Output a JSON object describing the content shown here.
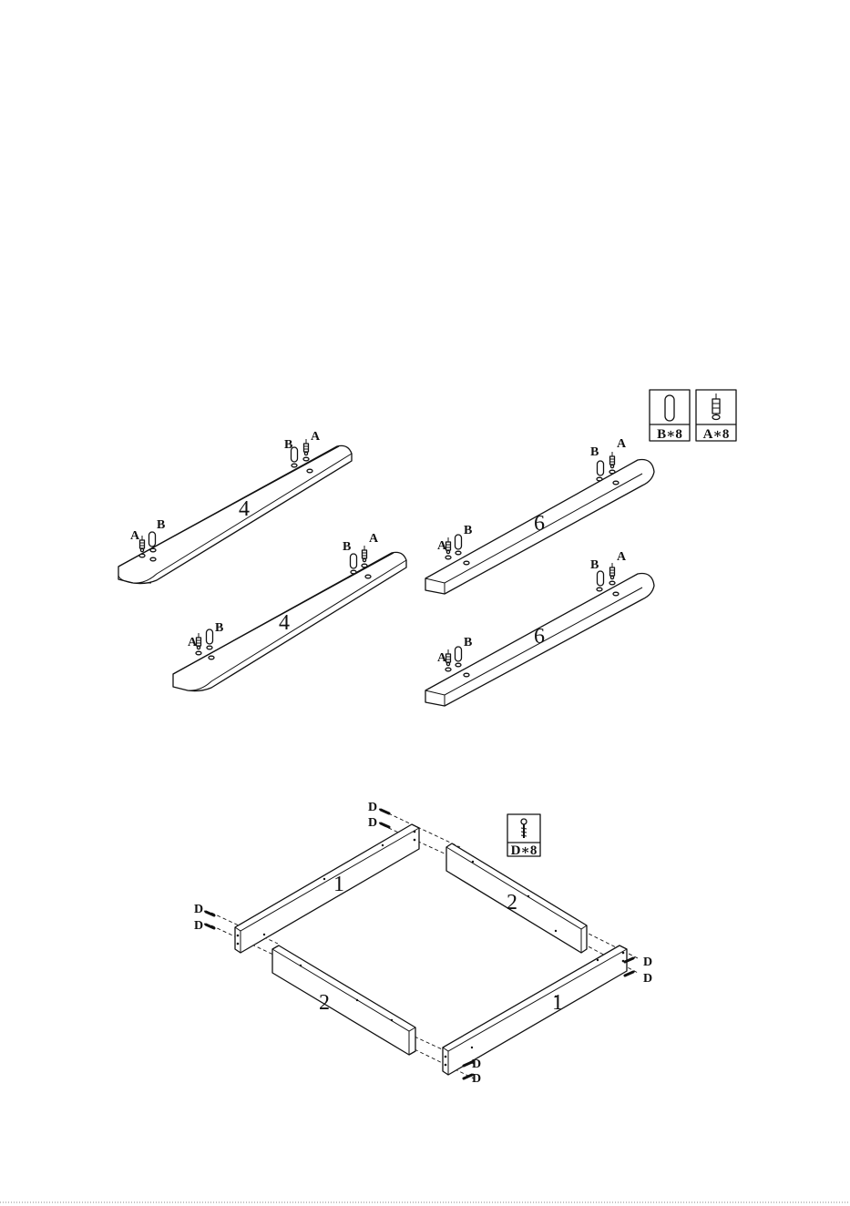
{
  "step1": {
    "hardware": [
      {
        "label": "B∗8",
        "icon": "wooden-dowel-icon"
      },
      {
        "label": "A∗8",
        "icon": "cam-bolt-icon"
      }
    ],
    "panels": [
      {
        "number": "4",
        "label_a": "A",
        "label_b": "B",
        "label_a2": "A",
        "label_b2": "B"
      },
      {
        "number": "4",
        "label_a": "A",
        "label_b": "B",
        "label_a2": "A",
        "label_b2": "B"
      },
      {
        "number": "6",
        "label_a": "A",
        "label_b": "B",
        "label_a2": "A",
        "label_b2": "B"
      },
      {
        "number": "6",
        "label_a": "A",
        "label_b": "B",
        "label_a2": "A",
        "label_b2": "B"
      }
    ]
  },
  "step2": {
    "hardware": [
      {
        "label": "D∗8",
        "icon": "screw-icon"
      }
    ],
    "rails": [
      {
        "number": "1"
      },
      {
        "number": "2"
      },
      {
        "number": "2"
      },
      {
        "number": "1"
      }
    ],
    "screw_label": "D"
  },
  "footer_divider": {
    "style": "dotted"
  }
}
